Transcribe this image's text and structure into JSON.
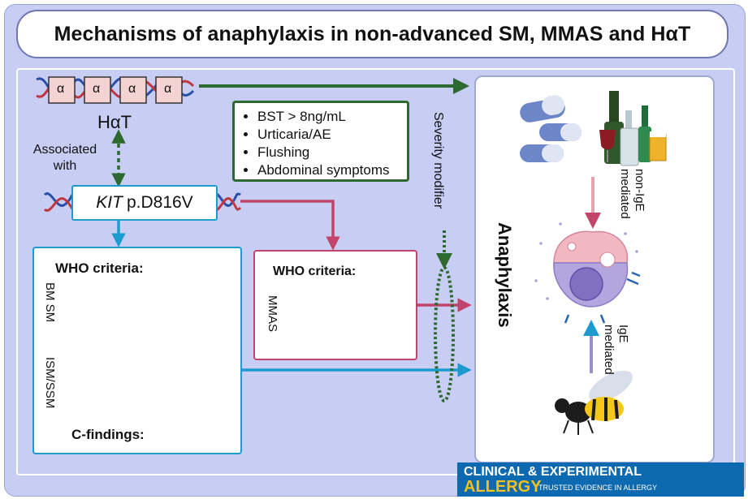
{
  "title": "Mechanisms of anaphylaxis in non-advanced SM, MMAS and HαT",
  "alpha_symbol": "α",
  "hat_label": "HαT",
  "associated_label": "Associated with",
  "kit_gene": "KIT",
  "kit_variant": "p.D816V",
  "criteria_list": [
    "BST > 8ng/mL",
    "Urticaria/AE",
    "Flushing",
    "Abdominal symptoms"
  ],
  "severity_label": "Severity modifier",
  "who_left": {
    "label": "WHO criteria:",
    "bm_sm": "BM SM",
    "ism_ssm": "ISM/SSM",
    "cfindings": "C-findings:"
  },
  "who_right": {
    "label": "WHO criteria:",
    "mmas": "MMAS"
  },
  "anaphylaxis_label": "Anaphylaxis",
  "non_ige_label": "non-IgE mediated",
  "ige_label": "IgE mediated",
  "logo": {
    "line1": "CLINICAL & EXPERIMENTAL",
    "line2": "ALLERGY",
    "tagline": "TRUSTED EVIDENCE IN ALLERGY"
  },
  "colors": {
    "green": "#2d6a2f",
    "blue": "#1d9bcf",
    "red": "#c1446b",
    "pink_arrow": "#e7a3ac",
    "purple_arrow": "#9a8fd0"
  }
}
